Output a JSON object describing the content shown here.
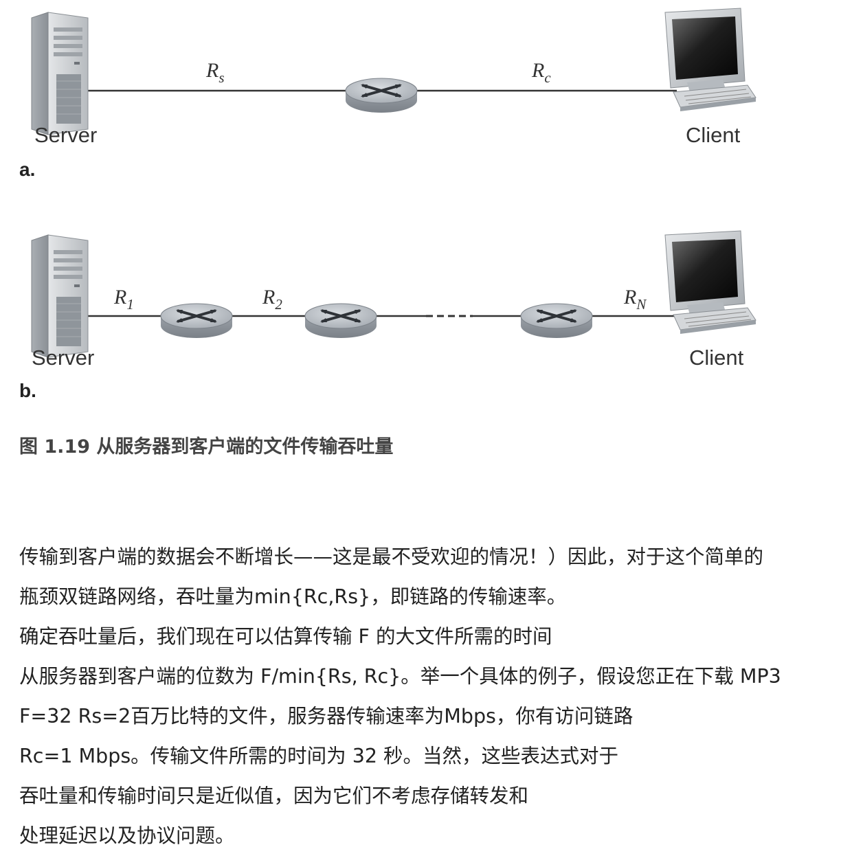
{
  "diagram_a": {
    "server_label": "Server",
    "client_label": "Client",
    "rate_server": {
      "base": "R",
      "sub": "s"
    },
    "rate_client": {
      "base": "R",
      "sub": "c"
    },
    "part_label": "a."
  },
  "diagram_b": {
    "server_label": "Server",
    "client_label": "Client",
    "rate_1": {
      "base": "R",
      "sub": "1"
    },
    "rate_2": {
      "base": "R",
      "sub": "2"
    },
    "rate_n": {
      "base": "R",
      "sub": "N"
    },
    "part_label": "b."
  },
  "caption": "图 1.19 从服务器到客户端的文件传输吞吐量",
  "paragraph_lines": [
    "传输到客户端的数据会不断增长——这是最不受欢迎的情况！）因此，对于这个简单的",
    "瓶颈双链路网络，吞吐量为min{Rc,Rs}，即链路的传输速率。",
    "确定吞吐量后，我们现在可以估算传输 F 的大文件所需的时间",
    "从服务器到客户端的位数为 F/min{Rs, Rc}。举一个具体的例子，假设您正在下载 MP3",
    "F=32 Rs=2百万比特的文件，服务器传输速率为Mbps，你有访问链路",
    "Rc=1 Mbps。传输文件所需的时间为 32 秒。当然，这些表达式对于",
    "吞吐量和传输时间只是近似值，因为它们不考虑存储转发和",
    "处理延迟以及协议问题。"
  ]
}
